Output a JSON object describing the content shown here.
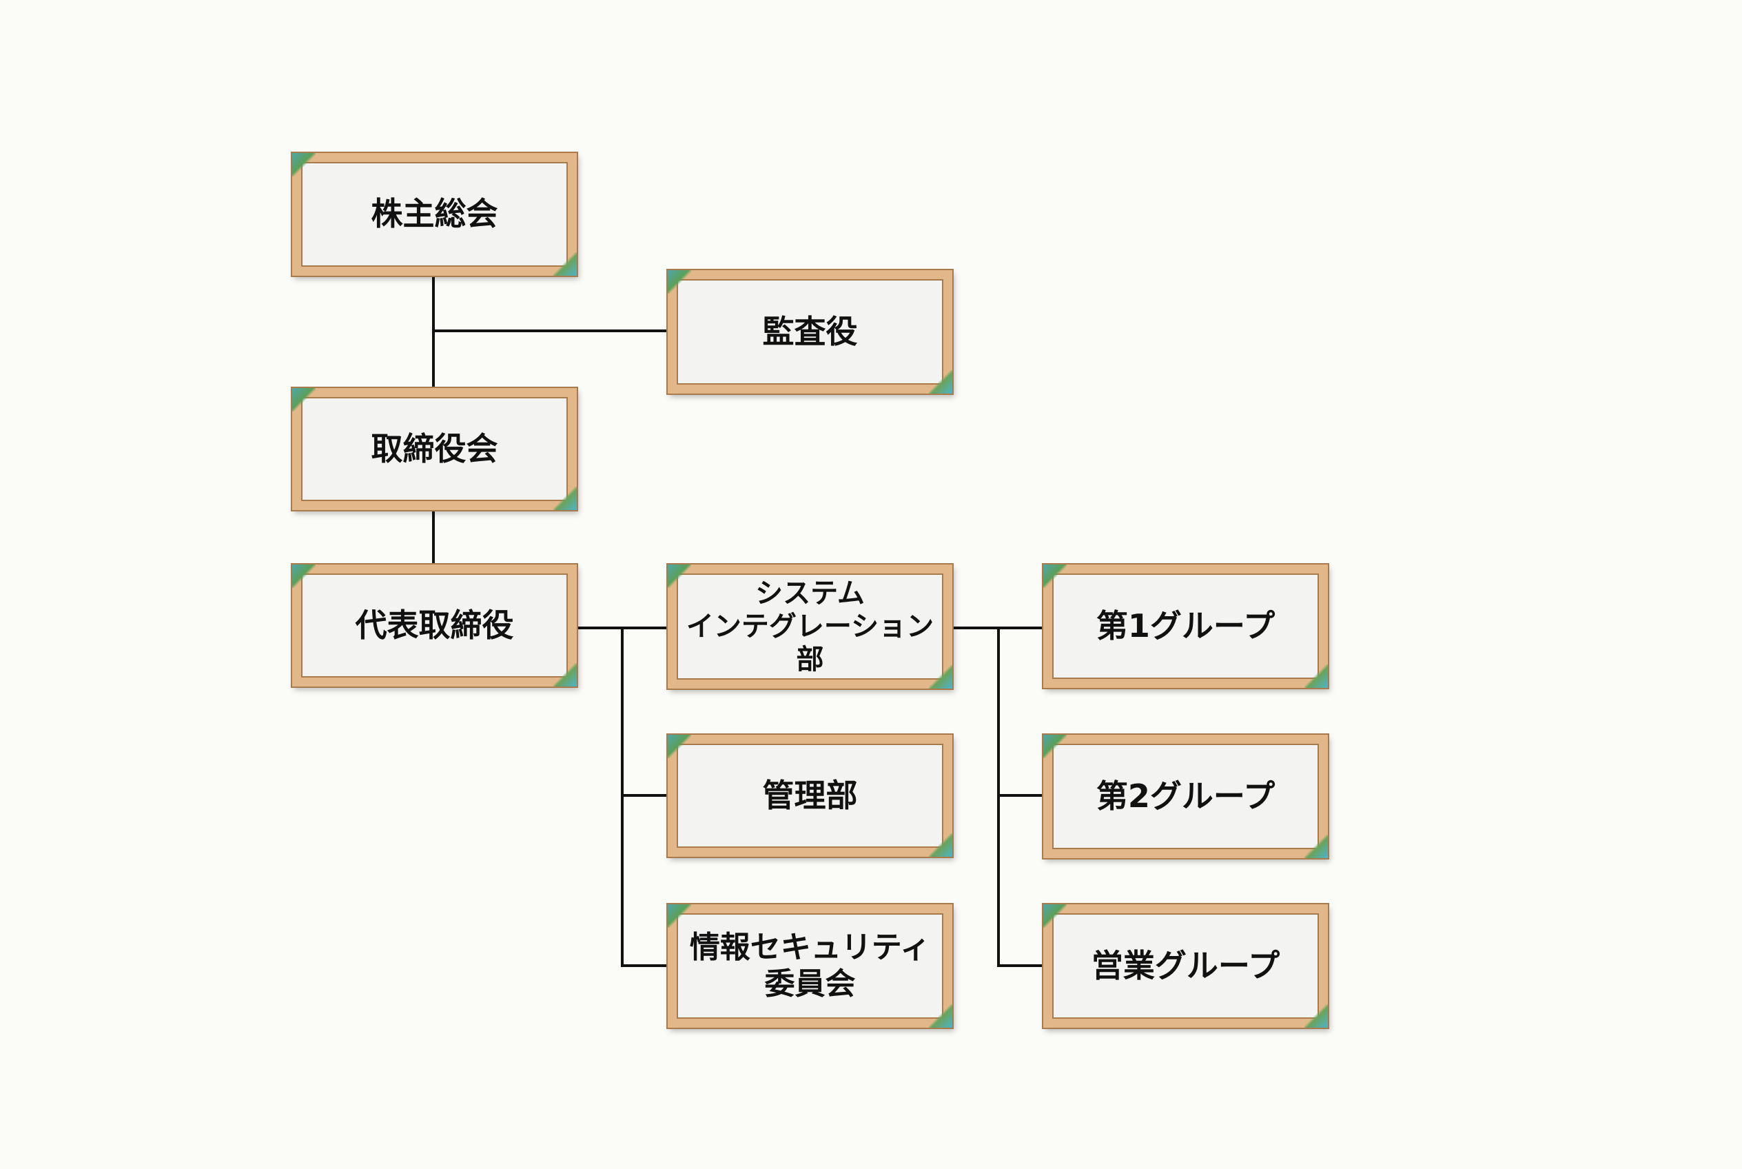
{
  "nodes": {
    "shareholders": "株主総会",
    "auditor": "監査役",
    "board": "取締役会",
    "ceo": "代表取締役",
    "si_dept": "システム\nインテグレーション部",
    "admin_dept": "管理部",
    "security_committee": "情報セキュリティ\n委員会",
    "group1": "第1グループ",
    "group2": "第2グループ",
    "sales_group": "営業グループ"
  }
}
